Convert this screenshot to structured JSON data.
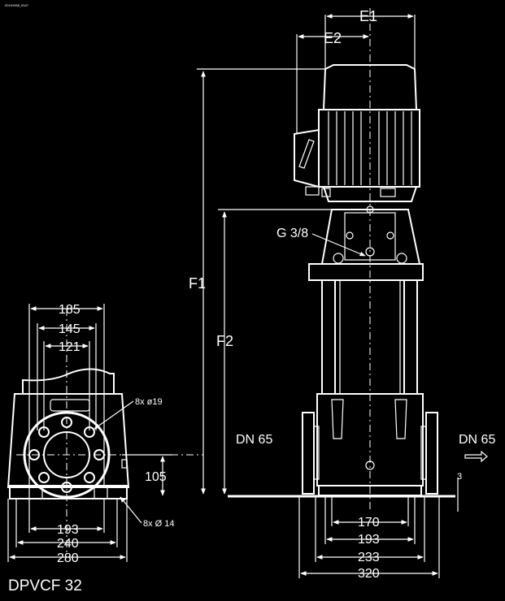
{
  "drawing_id": "00191958_0047",
  "title": "DPVCF 32",
  "side_view": {
    "E1": "E1",
    "E2": "E2",
    "F1": "F1",
    "F2": "F2",
    "port_in": "DN 65",
    "port_out": "DN 65",
    "vent": "G 3/8",
    "floor_gap": "3",
    "base_dims": [
      "170",
      "193",
      "233",
      "320"
    ]
  },
  "top_view": {
    "flange_dims": [
      "185",
      "145",
      "121"
    ],
    "holes": "8x ø19",
    "anchor_holes": "8x Ø 14",
    "height": "105",
    "base_dims": [
      "193",
      "240",
      "280"
    ]
  }
}
